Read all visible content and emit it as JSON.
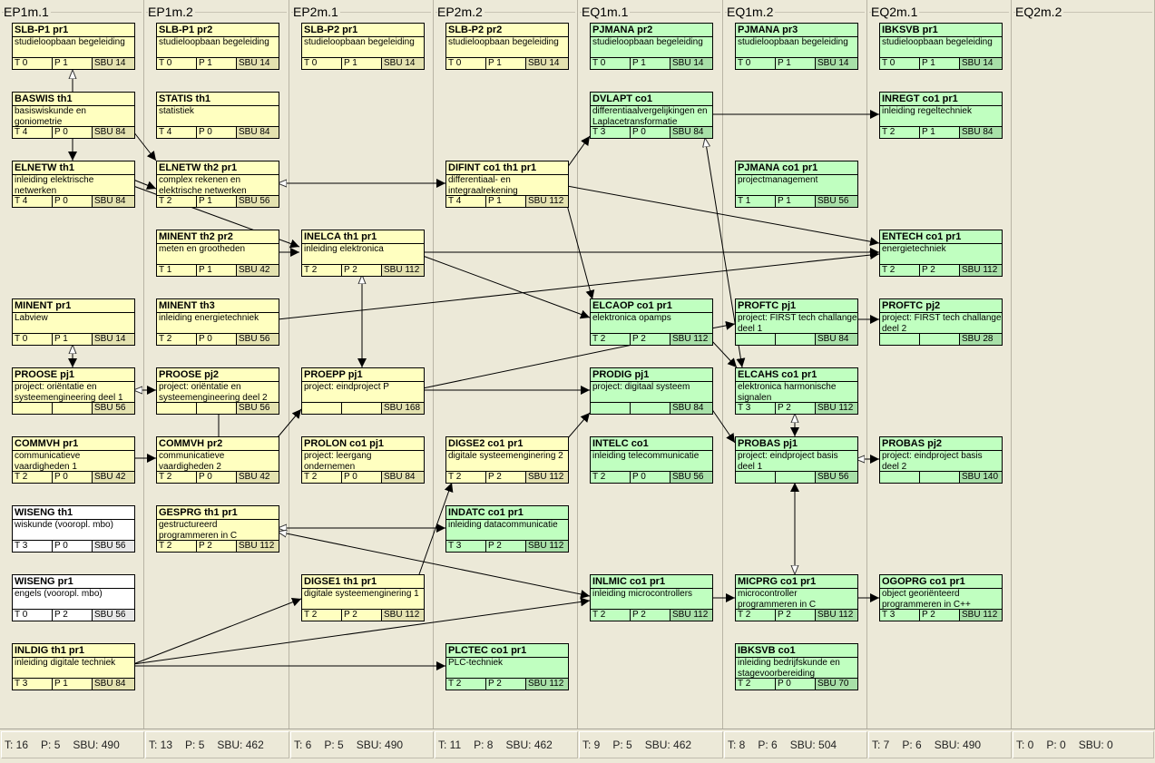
{
  "columns": [
    {
      "label": "EP1m.1",
      "totals": {
        "t": "T: 16",
        "p": "P: 5",
        "sbu": "SBU: 490"
      },
      "cards": [
        {
          "title": "SLB-P1 pr1",
          "desc": "studieloopbaan begeleiding",
          "t": "T 0",
          "p": "P 1",
          "sbu": "SBU 14",
          "color": "yellow"
        },
        {
          "title": "BASWIS th1",
          "desc": "basiswiskunde en goniometrie",
          "t": "T 4",
          "p": "P 0",
          "sbu": "SBU 84",
          "color": "yellow"
        },
        {
          "title": "ELNETW th1",
          "desc": "inleiding elektrische netwerken",
          "t": "T 4",
          "p": "P 0",
          "sbu": "SBU 84",
          "color": "yellow"
        },
        {
          "title": "MINENT pr1",
          "desc": "Labview",
          "t": "T 0",
          "p": "P 1",
          "sbu": "SBU 14",
          "color": "yellow"
        },
        {
          "title": "PROOSE pj1",
          "desc": "project: oriëntatie en systeemengineering deel 1",
          "t": "",
          "p": "",
          "sbu": "SBU 56",
          "color": "yellow"
        },
        {
          "title": "COMMVH pr1",
          "desc": "communicatieve vaardigheden 1",
          "t": "T 2",
          "p": "P 0",
          "sbu": "SBU 42",
          "color": "yellow"
        },
        {
          "title": "WISENG th1",
          "desc": "wiskunde (vooropl. mbo)",
          "t": "T 3",
          "p": "P 0",
          "sbu": "SBU 56",
          "color": "white"
        },
        {
          "title": "WISENG pr1",
          "desc": "engels (vooropl. mbo)",
          "t": "T 0",
          "p": "P 2",
          "sbu": "SBU 56",
          "color": "white"
        },
        {
          "title": "INLDIG th1 pr1",
          "desc": "inleiding digitale techniek",
          "t": "T 3",
          "p": "P 1",
          "sbu": "SBU 84",
          "color": "yellow"
        }
      ]
    },
    {
      "label": "EP1m.2",
      "totals": {
        "t": "T: 13",
        "p": "P: 5",
        "sbu": "SBU: 462"
      },
      "cards": [
        {
          "title": "SLB-P1 pr2",
          "desc": "studieloopbaan begeleiding",
          "t": "T 0",
          "p": "P 1",
          "sbu": "SBU 14",
          "color": "yellow"
        },
        {
          "title": "STATIS th1",
          "desc": "statistiek",
          "t": "T 4",
          "p": "P 0",
          "sbu": "SBU 84",
          "color": "yellow"
        },
        {
          "title": "ELNETW th2 pr1",
          "desc": "complex rekenen en elektrische netwerken",
          "t": "T 2",
          "p": "P 1",
          "sbu": "SBU 56",
          "color": "yellow"
        },
        {
          "title": "MINENT th2 pr2",
          "desc": "meten en grootheden",
          "t": "T 1",
          "p": "P 1",
          "sbu": "SBU 42",
          "color": "yellow"
        },
        {
          "title": "MINENT th3",
          "desc": "inleiding energietechniek",
          "t": "T 2",
          "p": "P 0",
          "sbu": "SBU 56",
          "color": "yellow"
        },
        {
          "title": "PROOSE pj2",
          "desc": "project: oriëntatie en systeemengineering deel 2",
          "t": "",
          "p": "",
          "sbu": "SBU 56",
          "color": "yellow"
        },
        {
          "title": "COMMVH pr2",
          "desc": "communicatieve vaardigheden 2",
          "t": "T 2",
          "p": "P 0",
          "sbu": "SBU 42",
          "color": "yellow"
        },
        {
          "title": "GESPRG th1 pr1",
          "desc": "gestructureerd programmeren in C",
          "t": "T 2",
          "p": "P 2",
          "sbu": "SBU 112",
          "color": "yellow"
        }
      ]
    },
    {
      "label": "EP2m.1",
      "totals": {
        "t": "T: 6",
        "p": "P: 5",
        "sbu": "SBU: 490"
      },
      "cards": [
        {
          "title": "SLB-P2 pr1",
          "desc": "studieloopbaan begeleiding",
          "t": "T 0",
          "p": "P 1",
          "sbu": "SBU 14",
          "color": "yellow"
        },
        {
          "title": "INELCA th1 pr1",
          "desc": "inleiding elektronica",
          "t": "T 2",
          "p": "P 2",
          "sbu": "SBU 112",
          "color": "yellow"
        },
        {
          "title": "PROEPP pj1",
          "desc": "project: eindproject P",
          "t": "",
          "p": "",
          "sbu": "SBU 168",
          "color": "yellow"
        },
        {
          "title": "PROLON co1 pj1",
          "desc": "project: leergang ondernemen",
          "t": "T 2",
          "p": "P 0",
          "sbu": "SBU 84",
          "color": "yellow"
        },
        {
          "title": "DIGSE1 th1 pr1",
          "desc": "digitale systeemenginering 1",
          "t": "T 2",
          "p": "P 2",
          "sbu": "SBU 112",
          "color": "yellow"
        }
      ]
    },
    {
      "label": "EP2m.2",
      "totals": {
        "t": "T: 11",
        "p": "P: 8",
        "sbu": "SBU: 462"
      },
      "cards": [
        {
          "title": "SLB-P2 pr2",
          "desc": "studieloopbaan begeleiding",
          "t": "T 0",
          "p": "P 1",
          "sbu": "SBU 14",
          "color": "yellow"
        },
        {
          "title": "DIFINT  co1 th1 pr1",
          "desc": "differentiaal- en integraalrekening",
          "t": "T 4",
          "p": "P 1",
          "sbu": "SBU 112",
          "color": "yellow"
        },
        {
          "title": "DIGSE2  co1 pr1",
          "desc": "digitale systeemenginering 2",
          "t": "T 2",
          "p": "P 2",
          "sbu": "SBU 112",
          "color": "yellow"
        },
        {
          "title": "INDATC co1 pr1",
          "desc": "inleiding datacommunicatie",
          "t": "T 3",
          "p": "P 2",
          "sbu": "SBU 112",
          "color": "green"
        },
        {
          "title": "PLCTEC co1 pr1",
          "desc": "PLC-techniek",
          "t": "T 2",
          "p": "P 2",
          "sbu": "SBU 112",
          "color": "green"
        }
      ]
    },
    {
      "label": "EQ1m.1",
      "totals": {
        "t": "T: 9",
        "p": "P: 5",
        "sbu": "SBU: 462"
      },
      "cards": [
        {
          "title": "PJMANA pr2",
          "desc": "studieloopbaan begeleiding",
          "t": "T 0",
          "p": "P 1",
          "sbu": "SBU 14",
          "color": "green"
        },
        {
          "title": "DVLAPT co1",
          "desc": "differentiaalvergelijkingen en Laplacetransformatie",
          "t": "T 3",
          "p": "P 0",
          "sbu": "SBU 84",
          "color": "green"
        },
        {
          "title": "ELCAOP co1 pr1",
          "desc": "elektronica opamps",
          "t": "T 2",
          "p": "P 2",
          "sbu": "SBU 112",
          "color": "green"
        },
        {
          "title": "PRODIG pj1",
          "desc": "project: digitaal systeem",
          "t": "",
          "p": "",
          "sbu": "SBU 84",
          "color": "green"
        },
        {
          "title": "INTELC co1",
          "desc": "inleiding telecommunicatie",
          "t": "T 2",
          "p": "P 0",
          "sbu": "SBU 56",
          "color": "green"
        },
        {
          "title": "INLMIC co1 pr1",
          "desc": "inleiding microcontrollers",
          "t": "T 2",
          "p": "P 2",
          "sbu": "SBU 112",
          "color": "green"
        }
      ]
    },
    {
      "label": "EQ1m.2",
      "totals": {
        "t": "T: 8",
        "p": "P: 6",
        "sbu": "SBU: 504"
      },
      "cards": [
        {
          "title": "PJMANA pr3",
          "desc": "studieloopbaan begeleiding",
          "t": "T 0",
          "p": "P 1",
          "sbu": "SBU 14",
          "color": "green"
        },
        {
          "title": "PJMANA co1 pr1",
          "desc": "projectmanagement",
          "t": "T 1",
          "p": "P 1",
          "sbu": "SBU 56",
          "color": "green"
        },
        {
          "title": "PROFTC pj1",
          "desc": "project: FIRST tech challange deel 1",
          "t": "",
          "p": "",
          "sbu": "SBU 84",
          "color": "green"
        },
        {
          "title": "ELCAHS co1 pr1",
          "desc": "elektronica harmonische signalen",
          "t": "T 3",
          "p": "P 2",
          "sbu": "SBU 112",
          "color": "green"
        },
        {
          "title": "PROBAS pj1",
          "desc": "project: eindproject basis deel 1",
          "t": "",
          "p": "",
          "sbu": "SBU 56",
          "color": "green"
        },
        {
          "title": "MICPRG co1 pr1",
          "desc": "microcontroller programmeren in C",
          "t": "T 2",
          "p": "P 2",
          "sbu": "SBU 112",
          "color": "green"
        },
        {
          "title": "IBKSVB co1",
          "desc": "inleiding bedrijfskunde en stagevoorbereiding",
          "t": "T 2",
          "p": "P 0",
          "sbu": "SBU 70",
          "color": "green"
        }
      ]
    },
    {
      "label": "EQ2m.1",
      "totals": {
        "t": "T: 7",
        "p": "P: 6",
        "sbu": "SBU: 490"
      },
      "cards": [
        {
          "title": "IBKSVB pr1",
          "desc": "studieloopbaan begeleiding",
          "t": "T 0",
          "p": "P 1",
          "sbu": "SBU 14",
          "color": "green"
        },
        {
          "title": "INREGT co1 pr1",
          "desc": "inleiding regeltechniek",
          "t": "T 2",
          "p": "P 1",
          "sbu": "SBU 84",
          "color": "green"
        },
        {
          "title": "ENTECH co1 pr1",
          "desc": "energietechniek",
          "t": "T 2",
          "p": "P 2",
          "sbu": "SBU 112",
          "color": "green"
        },
        {
          "title": "PROFTC pj2",
          "desc": "project: FIRST tech challange deel 2",
          "t": "",
          "p": "",
          "sbu": "SBU 28",
          "color": "green"
        },
        {
          "title": "PROBAS pj2",
          "desc": "project: eindproject basis deel 2",
          "t": "",
          "p": "",
          "sbu": "SBU 140",
          "color": "green"
        },
        {
          "title": "OGOPRG co1 pr1",
          "desc": "object georiënteerd programmeren in C++",
          "t": "T 3",
          "p": "P 2",
          "sbu": "SBU 112",
          "color": "green"
        }
      ]
    },
    {
      "label": "EQ2m.2",
      "totals": {
        "t": "T: 0",
        "p": "P: 0",
        "sbu": "SBU: 0"
      },
      "cards": []
    }
  ]
}
